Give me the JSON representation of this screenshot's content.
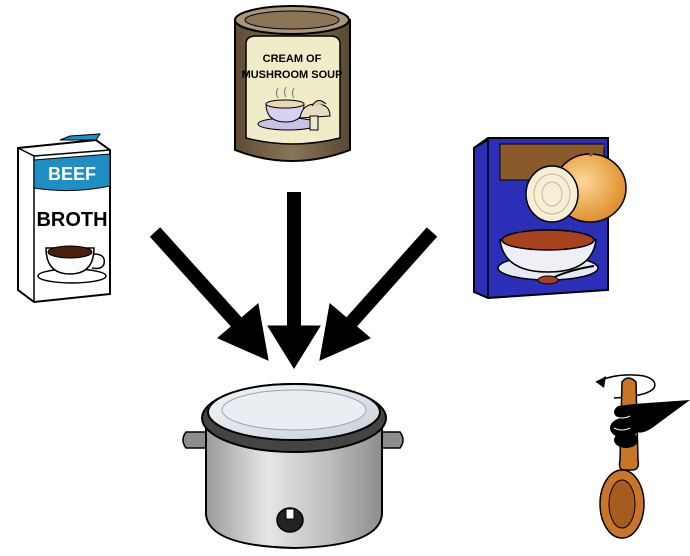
{
  "ingredients": {
    "soup_can": {
      "line1": "CREAM OF",
      "line2": "MUSHROOM SOUP",
      "can_color": "#8a7456",
      "label_color": "#f0ecc8"
    },
    "broth_carton": {
      "line1": "BEEF",
      "line2": "BROTH",
      "carton_color": "#ffffff",
      "band_color": "#1e8ec4"
    },
    "onion_soup_box": {
      "box_color": "#2b2fb8",
      "band_color": "#8a5a2b",
      "onion_color": "#f2a83a"
    }
  },
  "arrows": {
    "count": 3,
    "color": "#000000"
  },
  "slow_cooker": {
    "body_color": "#b9b9b9",
    "lid_color": "#dde4ea"
  },
  "spoon": {
    "color": "#c8752a",
    "motion": "stir"
  }
}
